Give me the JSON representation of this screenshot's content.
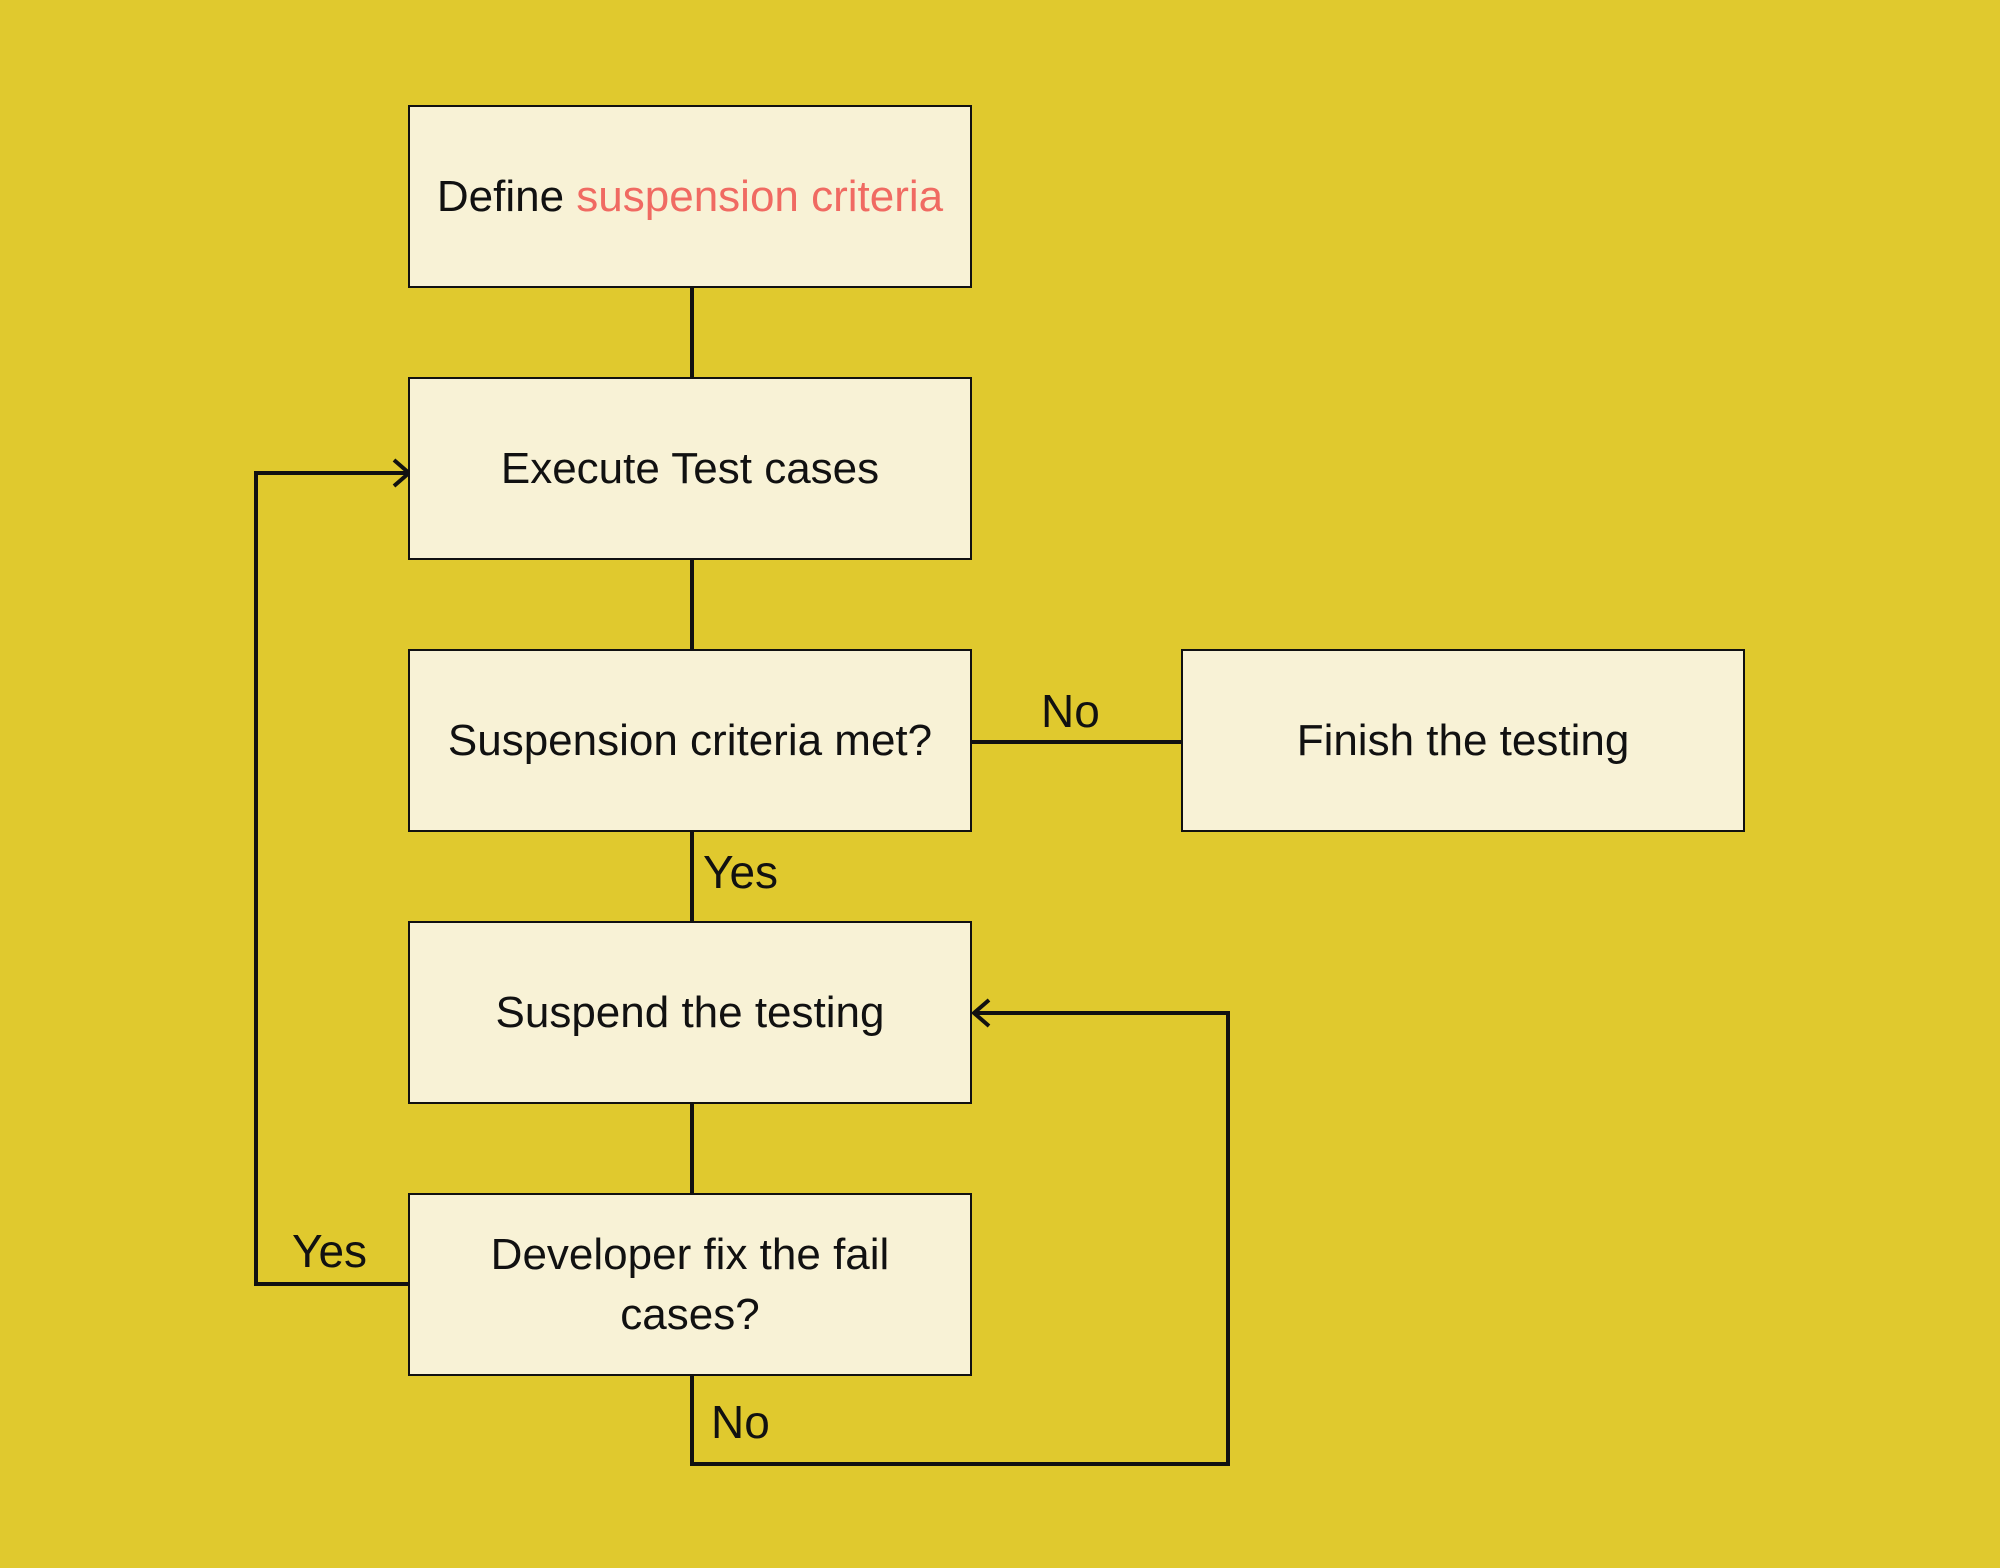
{
  "colors": {
    "background": "#e0c92e",
    "node_fill": "#f8f2d6",
    "node_border": "#111111",
    "highlight_text": "#f06a62",
    "text": "#111111"
  },
  "nodes": {
    "define": {
      "prefix": "Define",
      "highlight": "suspension criteria"
    },
    "execute": {
      "label": "Execute Test cases"
    },
    "criteria_met": {
      "label": "Suspension criteria met?"
    },
    "finish": {
      "label": "Finish the testing"
    },
    "suspend": {
      "label": "Suspend the testing"
    },
    "developer_fix": {
      "label": "Developer fix the fail cases?"
    }
  },
  "edges": {
    "criteria_no": "No",
    "criteria_yes": "Yes",
    "fix_yes": "Yes",
    "fix_no": "No"
  }
}
